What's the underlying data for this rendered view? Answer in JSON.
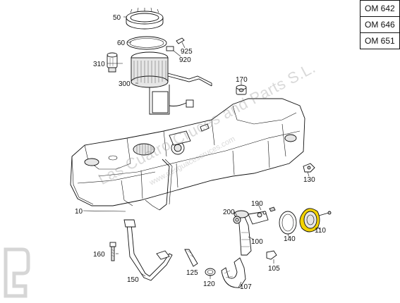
{
  "engine_table": [
    "OM 642",
    "OM 646",
    "OM 651"
  ],
  "watermark": {
    "text": "Las Cuatro Cruces and Parts S.L.",
    "subtext": "www.desguacescruces.com"
  },
  "parts": {
    "p10": "10",
    "p50": "50",
    "p60": "60",
    "p100": "100",
    "p105": "105",
    "p107": "107",
    "p110": "110",
    "p120": "120",
    "p125": "125",
    "p130": "130",
    "p140": "140",
    "p150": "150",
    "p160": "160",
    "p170": "170",
    "p190": "190",
    "p200": "200",
    "p300": "300",
    "p310": "310",
    "p920": "920",
    "p925": "925"
  },
  "highlight_color": "#f2d200"
}
